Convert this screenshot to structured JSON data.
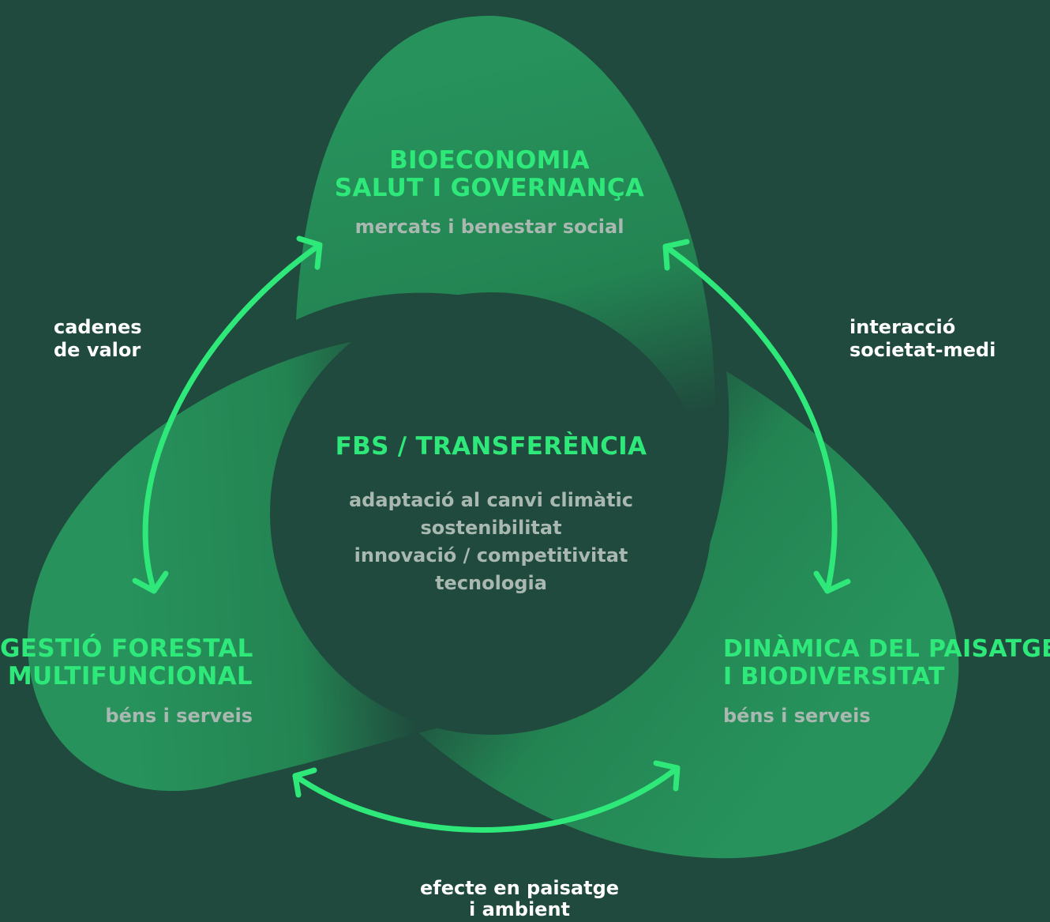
{
  "colors": {
    "background": "#1f4a3d",
    "blade_light": "#27925c",
    "blade_dark": "#1f4a3d",
    "center_circle": "#1f4a3d",
    "arrow": "#2ee87a",
    "title_text": "#2ee87a",
    "subtitle_text": "#a9b8b0",
    "edge_label_text": "#ffffff"
  },
  "nodes": {
    "top": {
      "title_lines": [
        "BIOECONOMIA",
        "SALUT I GOVERNANÇA"
      ],
      "subtitle": "mercats i benestar social"
    },
    "left": {
      "title_lines": [
        "GESTIÓ FORESTAL",
        "MULTIFUNCIONAL"
      ],
      "subtitle": "béns i serveis"
    },
    "right": {
      "title_lines": [
        "DINÀMICA DEL PAISATGE",
        "I BIODIVERSITAT"
      ],
      "subtitle": "béns i serveis"
    }
  },
  "center": {
    "title": "FBS / TRANSFERÈNCIA",
    "lines": [
      "adaptació al canvi climàtic",
      "sostenibilitat",
      "innovació / competitivitat",
      "tecnologia"
    ]
  },
  "edges": {
    "left": {
      "lines": [
        "cadenes",
        "de valor"
      ],
      "icon": "double-arrow-icon"
    },
    "right": {
      "lines": [
        "interacció",
        "societat-medi"
      ],
      "icon": "double-arrow-icon"
    },
    "bottom": {
      "lines": [
        "efecte en paisatge",
        "i ambient"
      ],
      "icon": "double-arrow-icon"
    }
  }
}
